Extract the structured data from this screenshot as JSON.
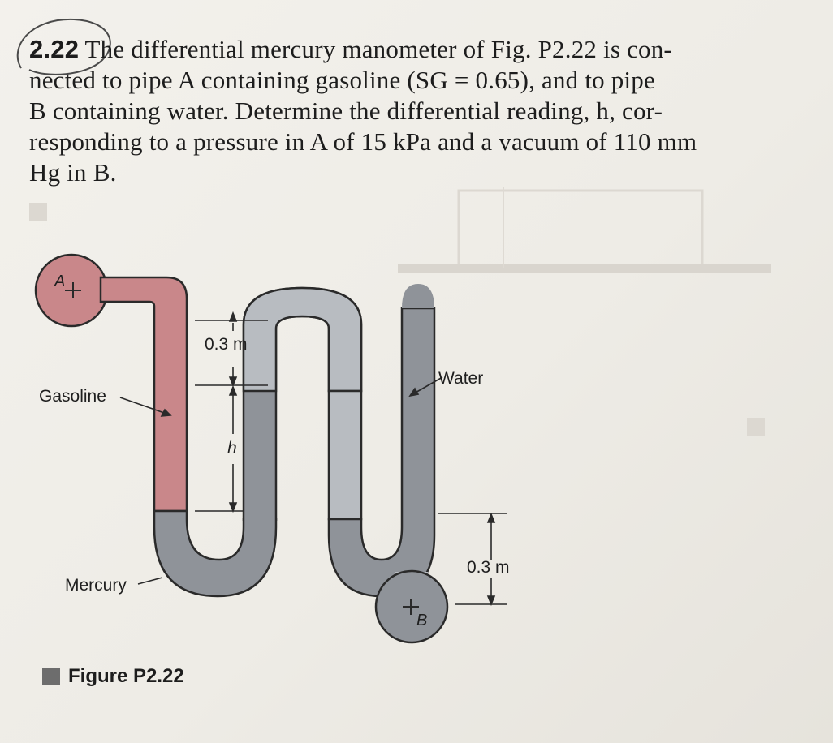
{
  "problem": {
    "number": "2.22",
    "line1": " The differential mercury manometer of Fig. P2.22 is con-",
    "line2": "nected to pipe A containing gasoline (SG = 0.65), and to pipe",
    "line3": "B containing water. Determine the differential reading, h, cor-",
    "line4": "responding to a pressure in A of 15 kPa and a vacuum of 110 mm",
    "line5": "Hg in B."
  },
  "figure": {
    "caption": "Figure P2.22",
    "labels": {
      "point_a": "A",
      "point_b": "B",
      "gasoline": "Gasoline",
      "water": "Water",
      "mercury": "Mercury",
      "dim_top": "0.3 m",
      "dim_h": "h",
      "dim_bottom": "0.3 m"
    },
    "colors": {
      "gasoline": "#c9878a",
      "mercury": "#8f9399",
      "water": "#b8bcc1",
      "tube_outline": "#2a2a2a"
    }
  }
}
